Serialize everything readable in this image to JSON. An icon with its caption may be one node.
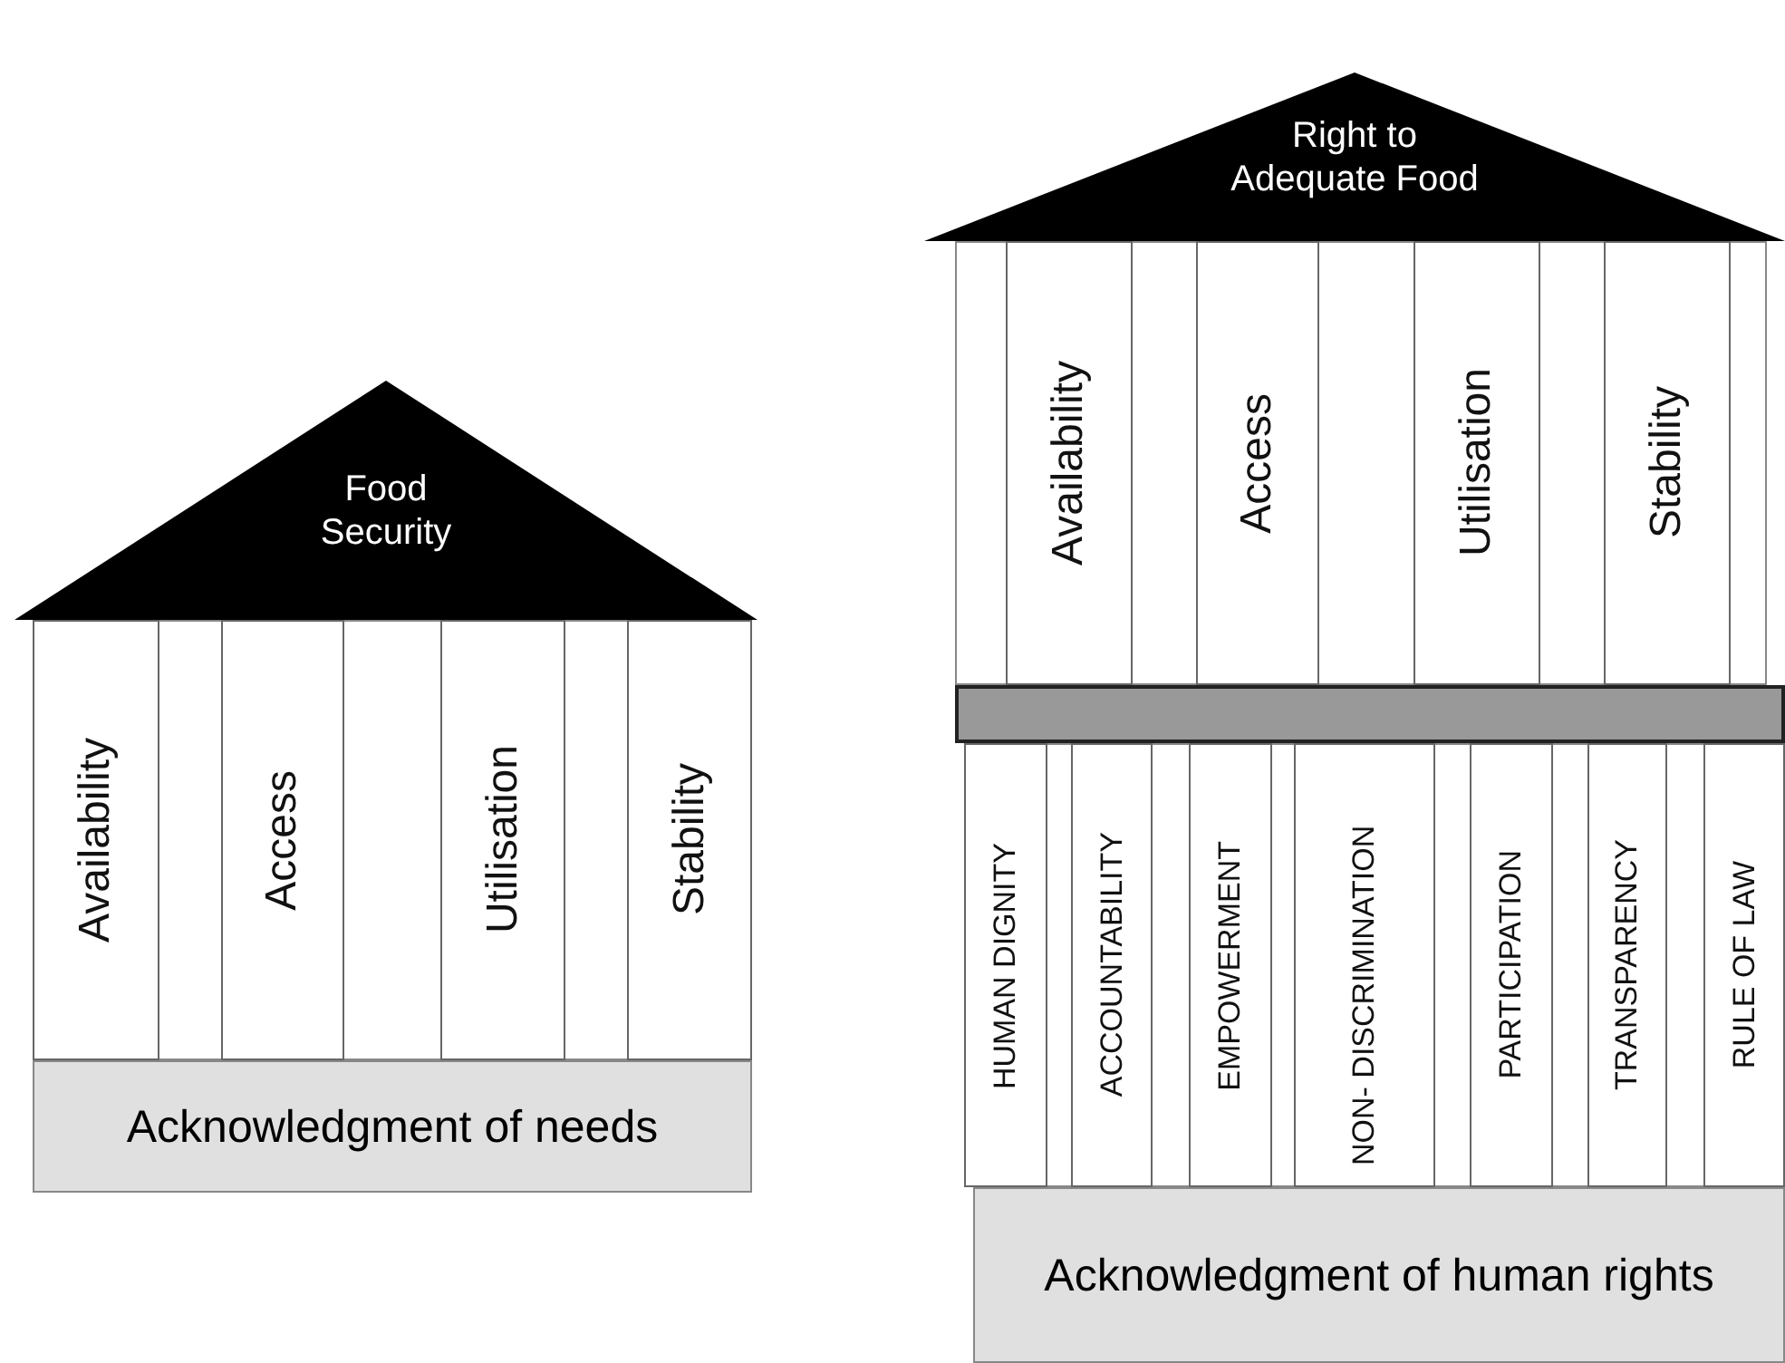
{
  "diagram": {
    "nodes": [
      {
        "text": [
          "Food Security"
        ]
      },
      {
        "text": [
          "Availability"
        ]
      },
      {
        "text": [
          "Access"
        ]
      },
      {
        "text": [
          "Utilisation"
        ]
      },
      {
        "text": [
          "Stability"
        ]
      },
      {
        "text": [
          "Acknowledgment of needs"
        ]
      },
      {
        "text": [
          "Right to Adequate Food"
        ]
      },
      {
        "text": [
          "Availability"
        ]
      },
      {
        "text": [
          "Access"
        ]
      },
      {
        "text": [
          "Utilisation"
        ]
      },
      {
        "text": [
          "Stability"
        ]
      },
      {
        "text": [],
        "shape": "bar"
      },
      {
        "text": [
          "HUMAN DIGNITY"
        ]
      },
      {
        "text": [
          "ACCOUNTABILITY"
        ]
      },
      {
        "text": [
          "EMPOWERMENT"
        ]
      },
      {
        "text": [
          "NON- DISCRIMINATION"
        ]
      },
      {
        "text": [
          "PARTICIPATION"
        ]
      },
      {
        "text": [
          "TRANSPARENCY"
        ]
      },
      {
        "text": [
          "RULE OF LAW"
        ]
      },
      {
        "text": [
          "Acknowledgment of human rights"
        ]
      }
    ]
  }
}
